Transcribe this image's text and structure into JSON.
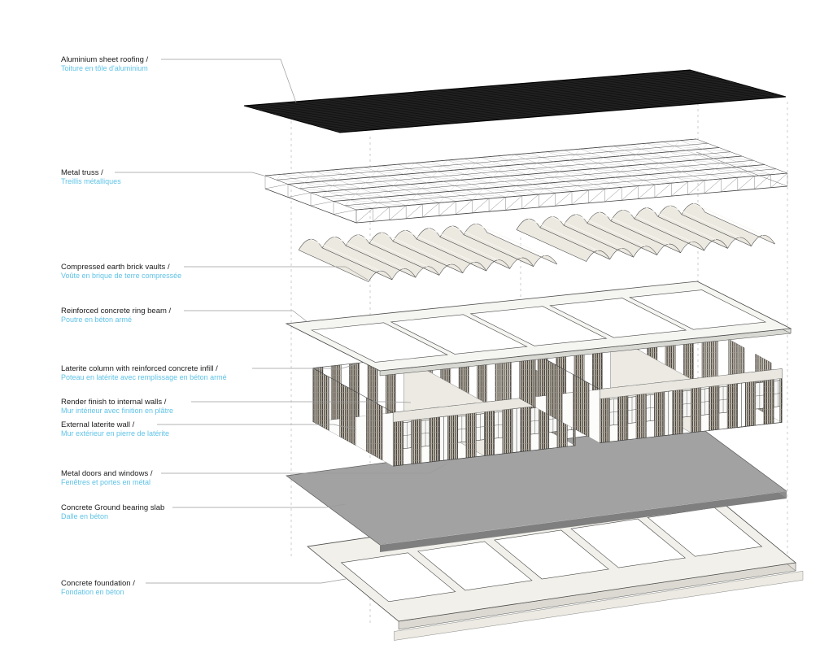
{
  "diagram": {
    "type": "exploded-axonometric-building-diagram",
    "colors": {
      "english_label": "#1b1b1b",
      "french_label": "#5fc3e7",
      "roof_black": "#121212",
      "slab_gray": "#a2a2a2",
      "background": "#ffffff",
      "leader_line": "#9a9a9a"
    },
    "labels": [
      {
        "id": "aluminium-sheet-roofing",
        "en": "Aluminium sheet roofing /",
        "fr": "Toiture en tôle d'aluminium"
      },
      {
        "id": "metal-truss",
        "en": "Metal truss /",
        "fr": "Treillis métalliques"
      },
      {
        "id": "earth-brick-vaults",
        "en": "Compressed earth brick vaults /",
        "fr": "Voûte en brique de terre compressée"
      },
      {
        "id": "ring-beam",
        "en": "Reinforced concrete ring beam /",
        "fr": "Poutre en béton armé"
      },
      {
        "id": "laterite-column-infill",
        "en": "Laterite column with reinforced concrete infill /",
        "fr": "Poteau en latérite avec remplissage en béton armé"
      },
      {
        "id": "render-internal-walls",
        "en": "Render finish to internal walls /",
        "fr": "Mur intérieur avec finition en plâtre"
      },
      {
        "id": "external-laterite-wall",
        "en": "External laterite wall /",
        "fr": "Mur extérieur en pierre de latérite"
      },
      {
        "id": "metal-doors-windows",
        "en": "Metal doors and windows /",
        "fr": "Fenêtres et portes en métal"
      },
      {
        "id": "ground-bearing-slab",
        "en": "Concrete Ground bearing slab",
        "fr": "Dalle en béton"
      },
      {
        "id": "concrete-foundation",
        "en": "Concrete foundation /",
        "fr": "Fondation en béton"
      }
    ]
  }
}
